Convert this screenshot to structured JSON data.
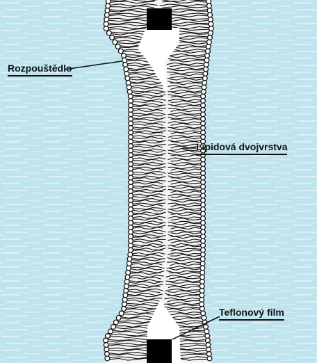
{
  "labels": {
    "solvent": "Rozpouštědlo",
    "lipid_bilayer": "Lipidová dvojvrstva",
    "teflon_film": "Teflonový film"
  },
  "colors": {
    "water_background": "#bfe4ee",
    "water_streak": "#ffffff",
    "membrane_outline": "#111111",
    "teflon_film": "#000000",
    "solvent_region": "#ffffff"
  }
}
